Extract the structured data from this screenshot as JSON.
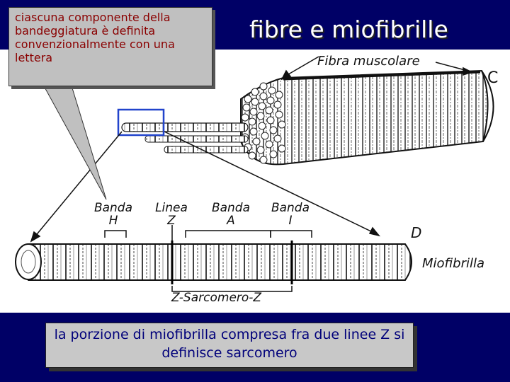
{
  "title": "fibre e miofibrille",
  "callout": {
    "text": "ciascuna componente della bandeggiatura è definita convenzionalmente con una lettera"
  },
  "figure": {
    "fibra_label": "Fibra muscolare",
    "panel_c": "C",
    "panel_d": "D",
    "banda_h": "Banda H",
    "linea_z": "Linea Z",
    "banda_a": "Banda A",
    "banda_i": "Banda I",
    "miofibrilla": "Miofibrilla",
    "sarcomero": "Z-Sarcomero-Z"
  },
  "bottom_note": {
    "text": "la porzione di miofibrilla compresa fra due linee Z si definisce sarcomero"
  },
  "colors": {
    "background": "#000066",
    "title": "#ffffff",
    "callout_text": "#8a0000",
    "note_text": "#00007a",
    "highlight_box": "#2244cc"
  }
}
